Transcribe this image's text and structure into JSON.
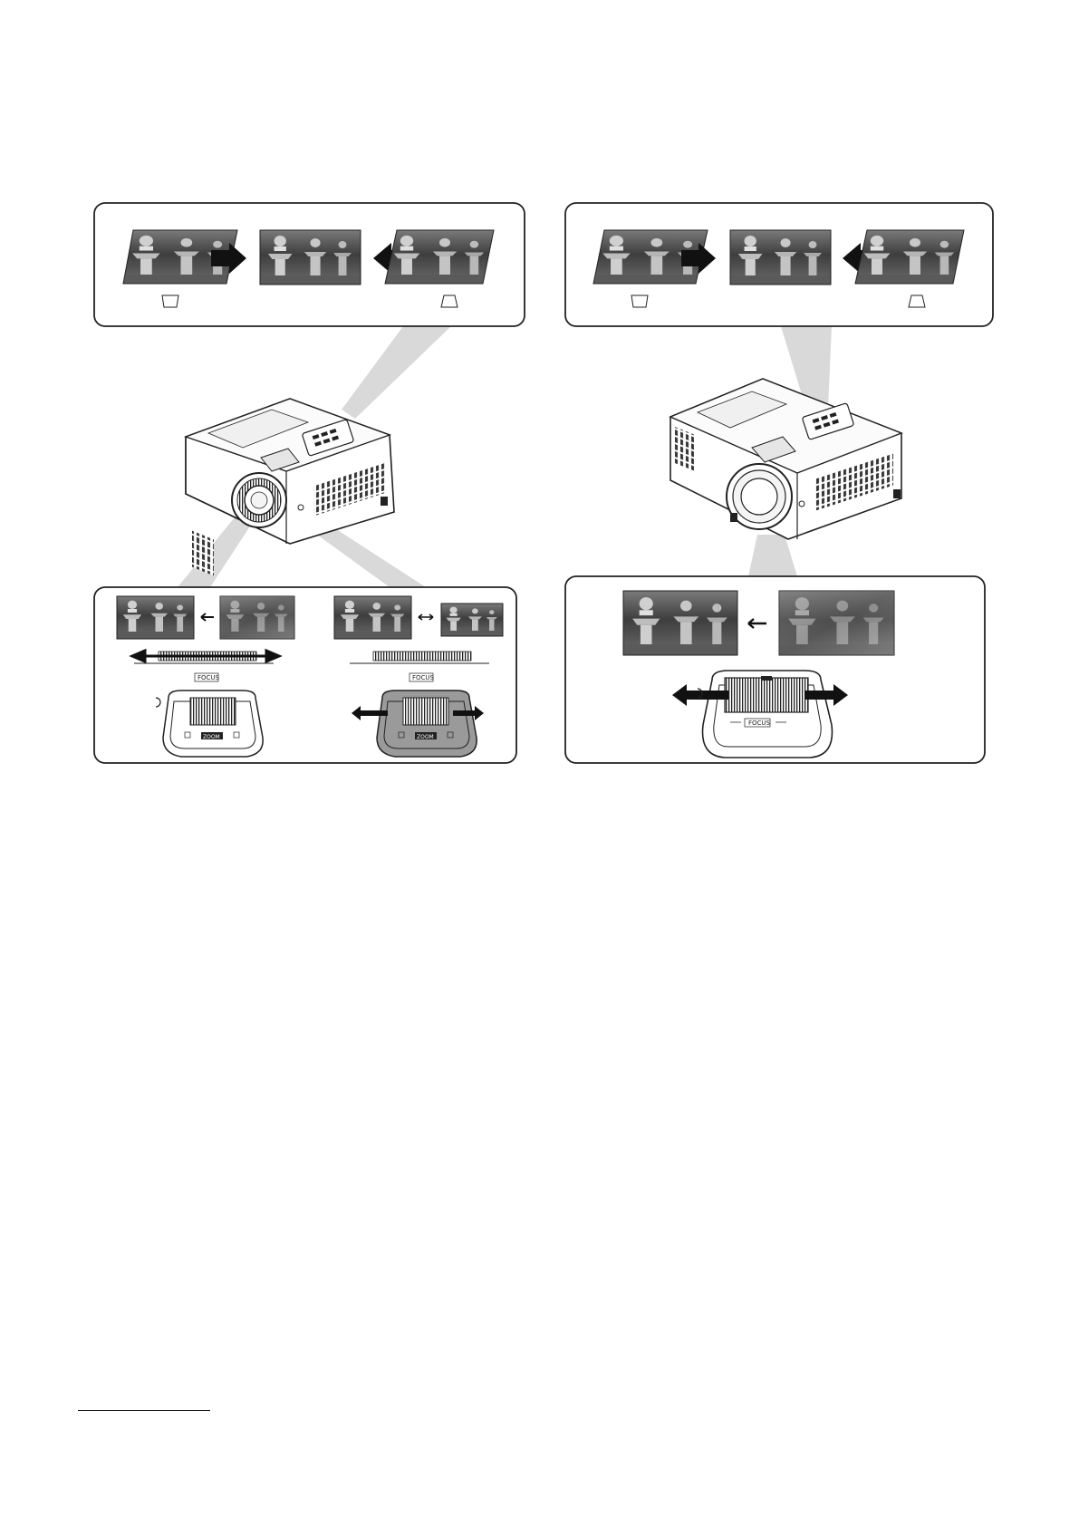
{
  "figure": {
    "left_diagram": {
      "keystone_panel": {
        "symbols": [
          "keystone-narrow-bottom",
          "keystone-narrow-top"
        ]
      },
      "focus_panel": {
        "labels": {
          "focus_a": "FOCUS",
          "focus_b": "FOCUS",
          "zoom_a": "ZOOM",
          "zoom_b": "ZOOM"
        }
      }
    },
    "right_diagram": {
      "keystone_panel": {
        "symbols": [
          "keystone-narrow-bottom",
          "keystone-narrow-top"
        ]
      },
      "focus_panel": {
        "labels": {
          "focus": "FOCUS"
        }
      }
    }
  },
  "colors": {
    "line": "#222222",
    "beam": "#d9d9d9",
    "photo_dark": "#4a4a4a",
    "highlight": "#9a9a9a"
  }
}
